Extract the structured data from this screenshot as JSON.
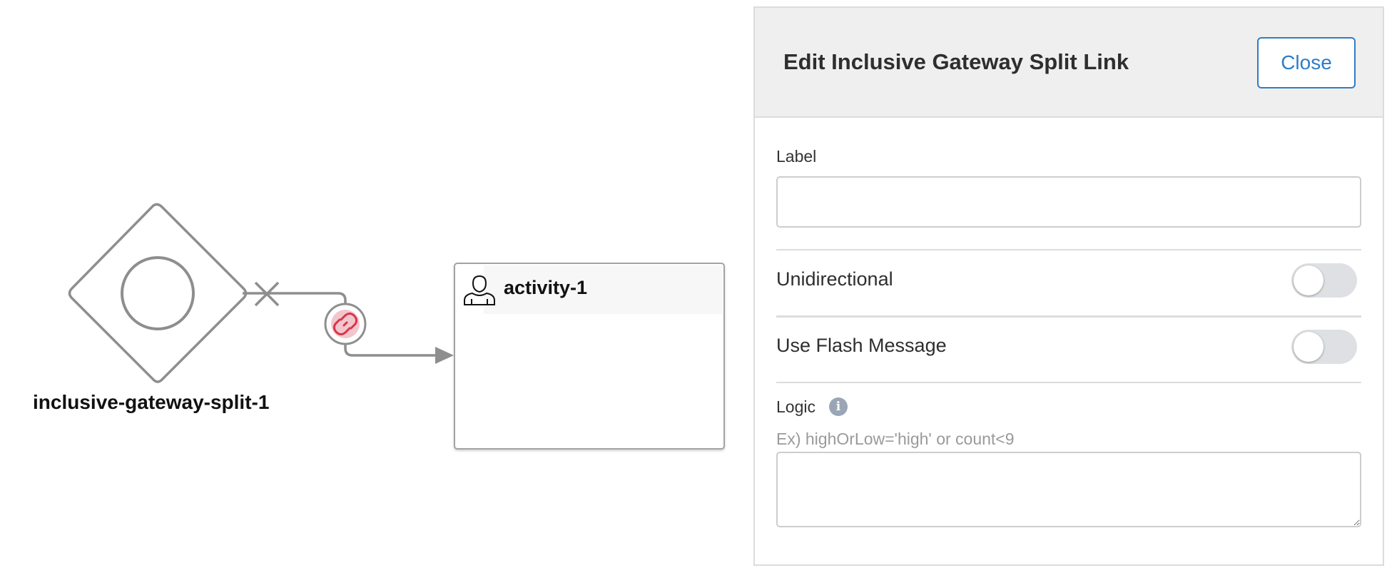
{
  "diagram": {
    "gateway": {
      "label": "inclusive-gateway-split-1",
      "icon": "inclusive-gateway-icon"
    },
    "link": {
      "action_icon": "unlink-icon",
      "delete_icon": "close-icon",
      "action_color": "#d9344a"
    },
    "activity": {
      "title": "activity-1",
      "icon": "user-icon"
    }
  },
  "panel": {
    "title": "Edit Inclusive Gateway Split Link",
    "close_label": "Close",
    "label_field": {
      "label": "Label",
      "value": ""
    },
    "unidirectional": {
      "label": "Unidirectional",
      "on": false
    },
    "flash_message": {
      "label": "Use Flash Message",
      "on": false
    },
    "logic": {
      "label": "Logic",
      "info_icon": "info-icon",
      "hint": "Ex) highOrLow='high' or count<9",
      "value": ""
    },
    "accent_color": "#2f7dc7"
  }
}
